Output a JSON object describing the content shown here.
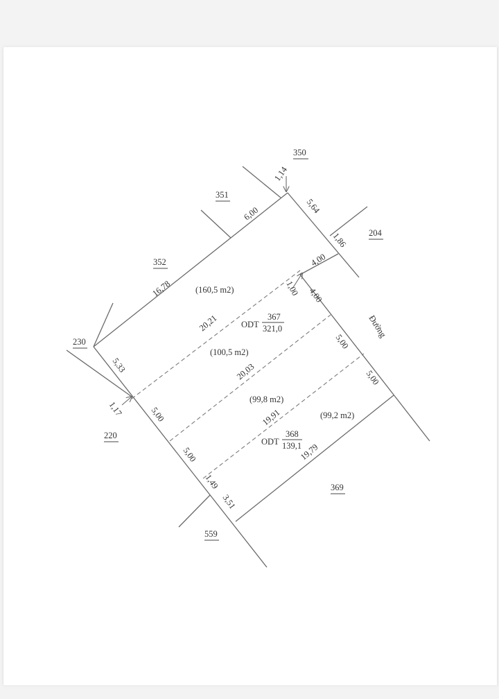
{
  "document": {
    "type": "cadastral-plot-sketch",
    "background_color": "#f3f3f3",
    "sheet_color": "#ffffff",
    "line_color": "#6a6a6a"
  },
  "neighbor_parcels": [
    {
      "id": "p350",
      "label": "350"
    },
    {
      "id": "p351",
      "label": "351"
    },
    {
      "id": "p352",
      "label": "352"
    },
    {
      "id": "p204",
      "label": "204"
    },
    {
      "id": "p230",
      "label": "230"
    },
    {
      "id": "p220",
      "label": "220"
    },
    {
      "id": "p559",
      "label": "559"
    },
    {
      "id": "p369",
      "label": "369"
    }
  ],
  "road_label": "Đường",
  "lots": [
    {
      "area": "(160,5 m2)"
    },
    {
      "area": "(100,5 m2)"
    },
    {
      "area": "(99,8 m2)"
    },
    {
      "area": "(99,2 m2)"
    }
  ],
  "land_codes": [
    {
      "type": "ODT",
      "parcel": "367",
      "area": "321,0"
    },
    {
      "type": "ODT",
      "parcel": "368",
      "area": "139,1"
    }
  ],
  "dimensions": {
    "top_arrow": "1,14",
    "top_left_a": "6,00",
    "top_left_b": "16,78",
    "top_right_a": "5,64",
    "top_right_b": "1,86",
    "notch_top": "4,00",
    "notch_arrow": "1,00",
    "right_1": "4,00",
    "right_2": "5,00",
    "right_3": "5,00",
    "left_corner": "5,33",
    "left_arrow": "1,17",
    "left_1": "5,00",
    "left_2": "5,00",
    "left_3": "1,49",
    "left_4": "3,51",
    "div_1": "20,21",
    "div_2": "20,03",
    "div_3": "19,91",
    "div_4": "19,79"
  }
}
